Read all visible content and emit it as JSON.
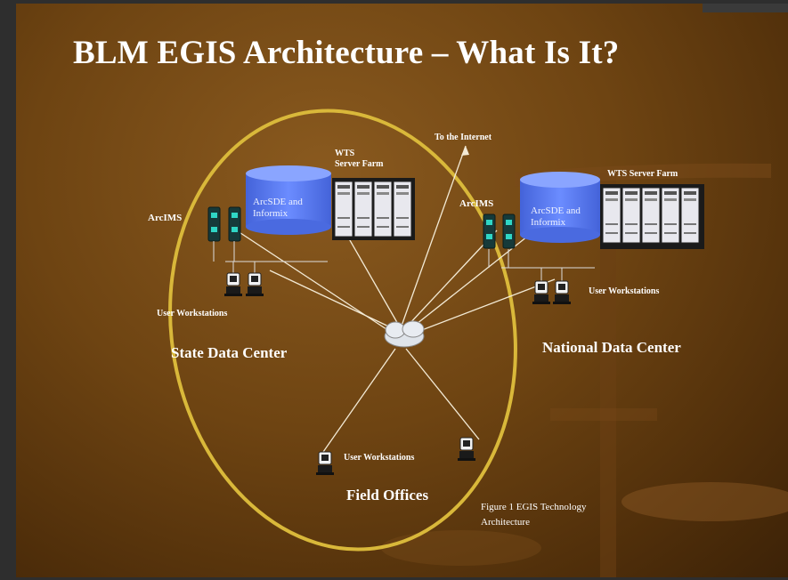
{
  "title": "BLM EGIS Architecture – What Is It?",
  "diagram": {
    "to_internet": "To the Internet",
    "state": {
      "arcims": "ArcIMS",
      "db": [
        "ArcSDE and",
        "Informix"
      ],
      "wts": [
        "WTS",
        "Server Farm"
      ],
      "workstations": "User Workstations",
      "center": "State Data Center"
    },
    "national": {
      "arcims": "ArcIMS",
      "db": [
        "ArcSDE and",
        "Informix"
      ],
      "wts": "WTS Server Farm",
      "workstations": "User Workstations",
      "center": "National Data Center"
    },
    "field": {
      "workstations": "User Workstations",
      "label": "Field Offices"
    },
    "caption": [
      "Figure 1 EGIS Technology",
      "Architecture"
    ]
  },
  "colors": {
    "ellipse": "#d9b83a",
    "cylinder": "#5b7df2",
    "lines": "#f3ead5"
  }
}
